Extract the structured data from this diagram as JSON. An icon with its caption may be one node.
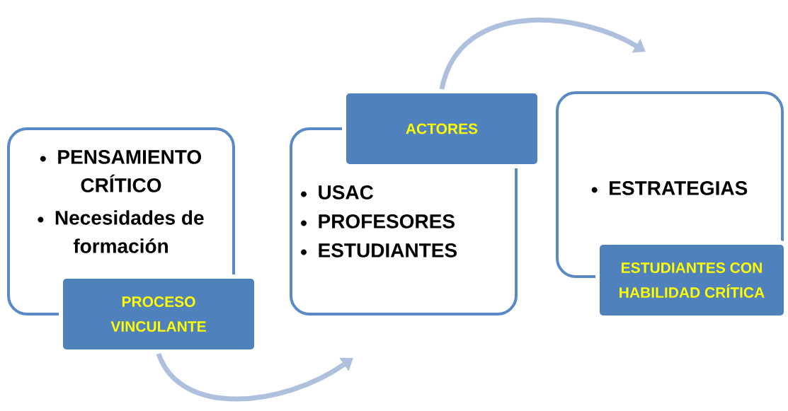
{
  "diagram": {
    "nodes": [
      {
        "text": [
          "PENSAMIENTO CRÍTICO",
          "Necesidades de formación"
        ]
      },
      {
        "text": [
          "PROCESO VINCULANTE"
        ]
      },
      {
        "text": [
          "USAC",
          "PROFESORES",
          "ESTUDIANTES"
        ]
      },
      {
        "text": [
          "ACTORES"
        ]
      },
      {
        "text": [
          "ESTRATEGIAS"
        ]
      },
      {
        "text": [
          "ESTUDIANTES CON HABILIDAD CRÍTICA"
        ]
      }
    ],
    "edges": [
      {
        "from": 1,
        "to": 2,
        "arrow": "to"
      },
      {
        "from": 3,
        "to": 4,
        "arrow": "to"
      }
    ]
  }
}
